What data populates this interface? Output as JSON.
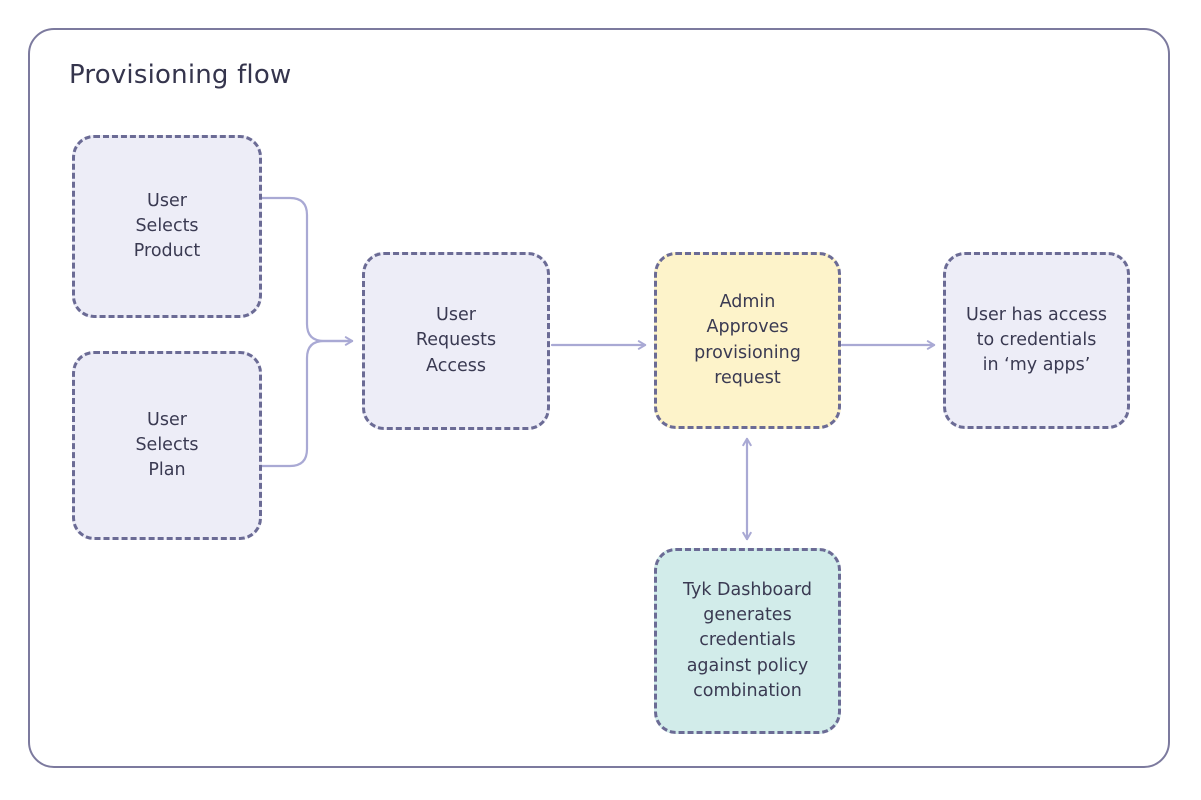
{
  "diagram": {
    "title": "Provisioning flow",
    "type": "flowchart",
    "colors": {
      "frame_border": "#7c7a9e",
      "node_border": "#6b6b95",
      "connector": "#a9a9d4",
      "text": "#3a3a52",
      "title_text": "#35354d",
      "fill_lavender": "#ededf7",
      "fill_yellow": "#fdf3ca",
      "fill_teal": "#d2ecea",
      "background": "#ffffff"
    },
    "nodes": [
      {
        "id": "select-product",
        "label": "User\nSelects\nProduct",
        "fill": "lavender"
      },
      {
        "id": "select-plan",
        "label": "User\nSelects\nPlan",
        "fill": "lavender"
      },
      {
        "id": "request-access",
        "label": "User\nRequests\nAccess",
        "fill": "lavender"
      },
      {
        "id": "admin-approves",
        "label": "Admin\nApproves\nprovisioning\nrequest",
        "fill": "yellow"
      },
      {
        "id": "user-access",
        "label": "User has access\nto credentials\nin ‘my apps’",
        "fill": "lavender"
      },
      {
        "id": "tyk-dashboard",
        "label": "Tyk Dashboard\ngenerates\ncredentials\nagainst policy\ncombination",
        "fill": "teal"
      }
    ],
    "edges": [
      {
        "id": "edge-product-to-request",
        "from": "select-product",
        "to": "request-access",
        "arrow": "single"
      },
      {
        "id": "edge-plan-to-request",
        "from": "select-plan",
        "to": "request-access",
        "arrow": "single"
      },
      {
        "id": "edge-request-to-admin",
        "from": "request-access",
        "to": "admin-approves",
        "arrow": "single"
      },
      {
        "id": "edge-admin-to-user-access",
        "from": "admin-approves",
        "to": "user-access",
        "arrow": "single"
      },
      {
        "id": "edge-admin-tyk",
        "from": "admin-approves",
        "to": "tyk-dashboard",
        "arrow": "double"
      }
    ]
  }
}
